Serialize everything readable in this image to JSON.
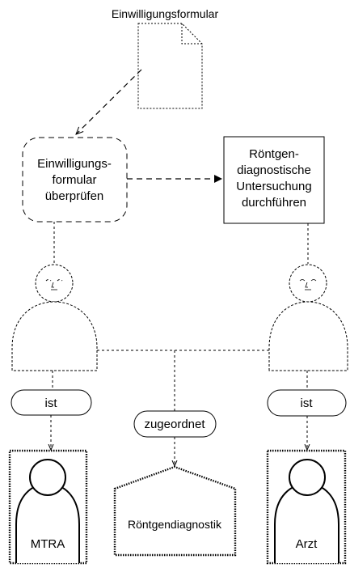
{
  "document": {
    "title": "Einwilligungsformular"
  },
  "process": {
    "check": [
      "Einwilligungs-",
      "formular",
      "überprüfen"
    ],
    "perform": [
      "Röntgen-",
      "diagnostische",
      "Untersuchung",
      "durchführen"
    ]
  },
  "relations": {
    "left": "ist",
    "center": "zugeordnet",
    "right": "ist"
  },
  "entities": {
    "left_role": "MTRA",
    "center_unit": "Röntgendiagnostik",
    "right_role": "Arzt"
  }
}
